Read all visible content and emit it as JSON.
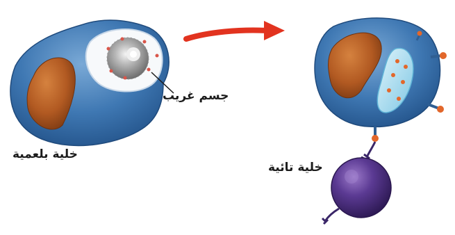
{
  "labels": {
    "foreign_body": "جسم غريب",
    "phagocyte": "خلية بلعمية",
    "t_cell": "خلية تائية"
  },
  "colors": {
    "cell_blue": "#2f6aa6",
    "cell_blue_light": "#6f9fd0",
    "nucleus": "#b25a22",
    "arrow": "#e2331f",
    "t_cell_purple": "#4b2d7e",
    "antigen_orange": "#e2672b"
  }
}
